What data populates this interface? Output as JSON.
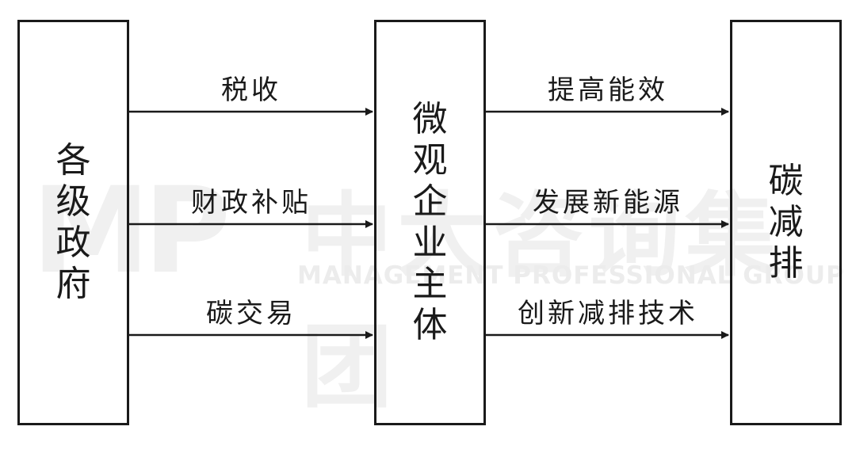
{
  "watermark": {
    "logo": "MP",
    "chinese": "中大咨询集团",
    "english": "MANAGEMENT PROFESSIONAL GROUP"
  },
  "nodes": {
    "government": {
      "text": [
        "各",
        "级",
        "政",
        "府"
      ]
    },
    "enterprise": {
      "text": [
        "微",
        "观",
        "企",
        "业",
        "主",
        "体"
      ]
    },
    "emission": {
      "text": [
        "碳",
        "减",
        "排"
      ]
    }
  },
  "left_edges": [
    {
      "label": "税收"
    },
    {
      "label": "财政补贴"
    },
    {
      "label": "碳交易"
    }
  ],
  "right_edges": [
    {
      "label": "提高能效"
    },
    {
      "label": "发展新能源"
    },
    {
      "label": "创新减排技术"
    }
  ],
  "colors": {
    "stroke": "#1a1a1a",
    "watermark": "#f0f0f0"
  }
}
